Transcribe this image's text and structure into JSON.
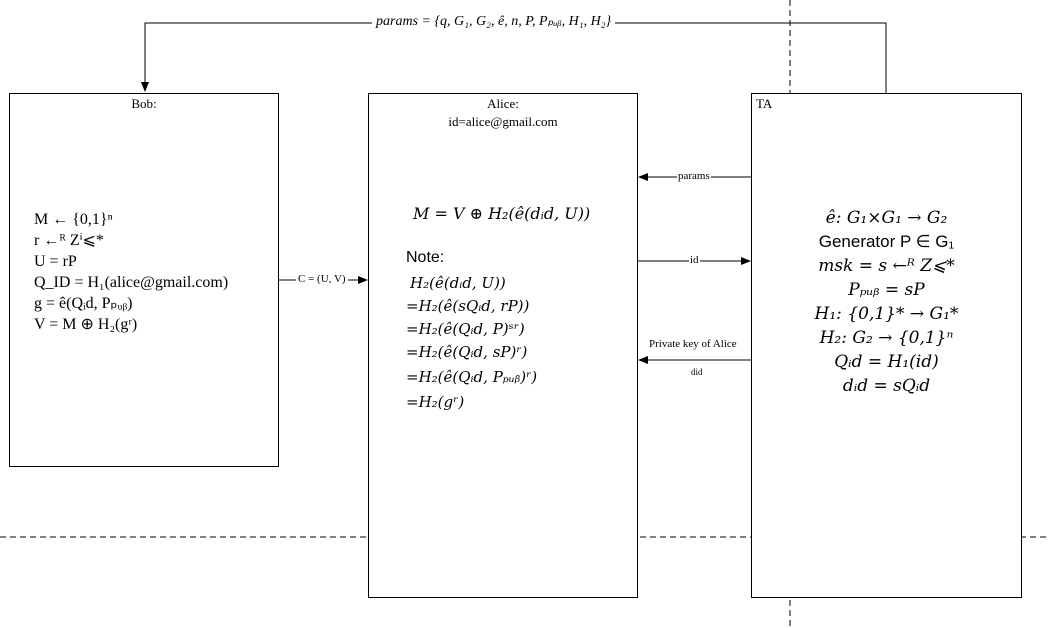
{
  "params_label": "params = {q, G₁, G₂, ê, n, P, Pₚᵤᵦ, H₁, H₂}",
  "bob": {
    "title": "Bob:",
    "lines": [
      "M ← {0,1}ⁿ",
      "r ←ᴿ Zⁱ⩽*",
      "U = rP",
      "Q_ID = H₁(alice@gmail.com)",
      "g = ê(Qᵢd, Pₚᵤᵦ)",
      "V = M ⊕ H₂(gʳ)"
    ]
  },
  "alice": {
    "title": "Alice:",
    "id_line": "id=alice@gmail.com",
    "decrypt": "M = V ⊕ H₂(ê(dᵢd, U))",
    "note_label": "Note:",
    "note_lines": [
      "H₂(ê(dᵢd, U))",
      "=H₂(ê(sQᵢd, rP))",
      "=H₂(ê(Qᵢd, P)ˢʳ)",
      "=H₂(ê(Qᵢd, sP)ʳ)",
      "=H₂(ê(Qᵢd, Pₚᵤᵦ)ʳ)",
      "=H₂(gʳ)"
    ]
  },
  "ta": {
    "title": "TA",
    "lines": [
      "ê: G₁×G₁ → G₂",
      "Generator P ∈ G₁",
      "msk = s ←ᴿ Z⩽*",
      "Pₚᵤᵦ = sP",
      "H₁: {0,1}* → G₁*",
      "H₂: G₂ → {0,1}ⁿ",
      "Qᵢd = H₁(id)",
      "dᵢd = sQᵢd"
    ]
  },
  "arrows": {
    "ciphertext": "C = (U, V)",
    "params": "params",
    "id": "id",
    "private_key": "Private key of Alice",
    "did": "did"
  },
  "colors": {
    "stroke": "#000000",
    "background": "#ffffff"
  }
}
